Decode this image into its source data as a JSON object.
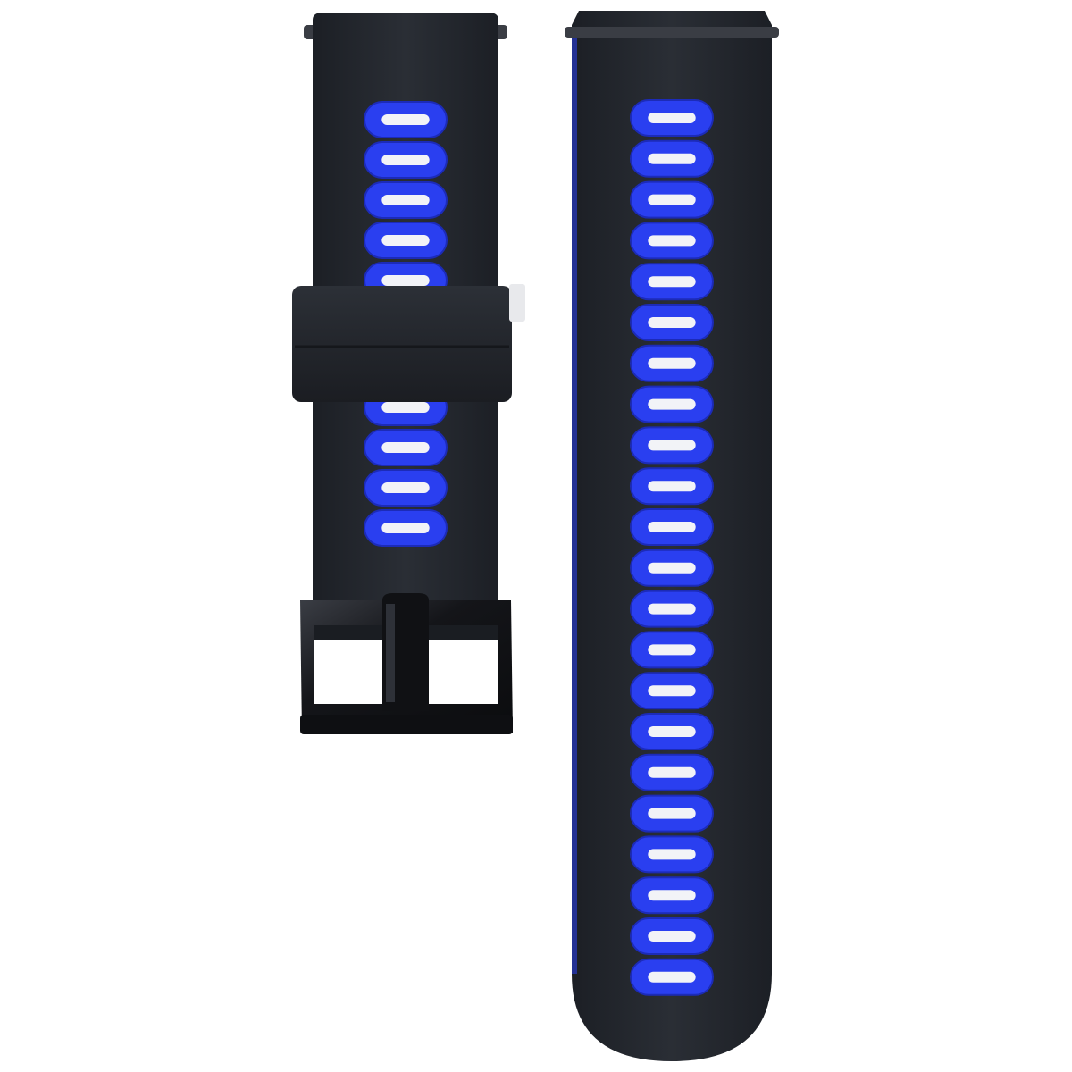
{
  "photo": {
    "subject": "silicone-watch-strap",
    "background_color": "#ffffff",
    "colors": {
      "band": "#23272e",
      "band_shade": "#1a1d22",
      "accent": "#2a3ff0",
      "accent_dark": "#1c2bb8",
      "hole": "#f2f3f7",
      "buckle": "#121316",
      "buckle_highlight": "#3a3d44"
    },
    "short_strap": {
      "hole_count_above_keeper": 5,
      "hole_count_below_keeper": 4
    },
    "long_strap": {
      "hole_count": 22
    }
  }
}
